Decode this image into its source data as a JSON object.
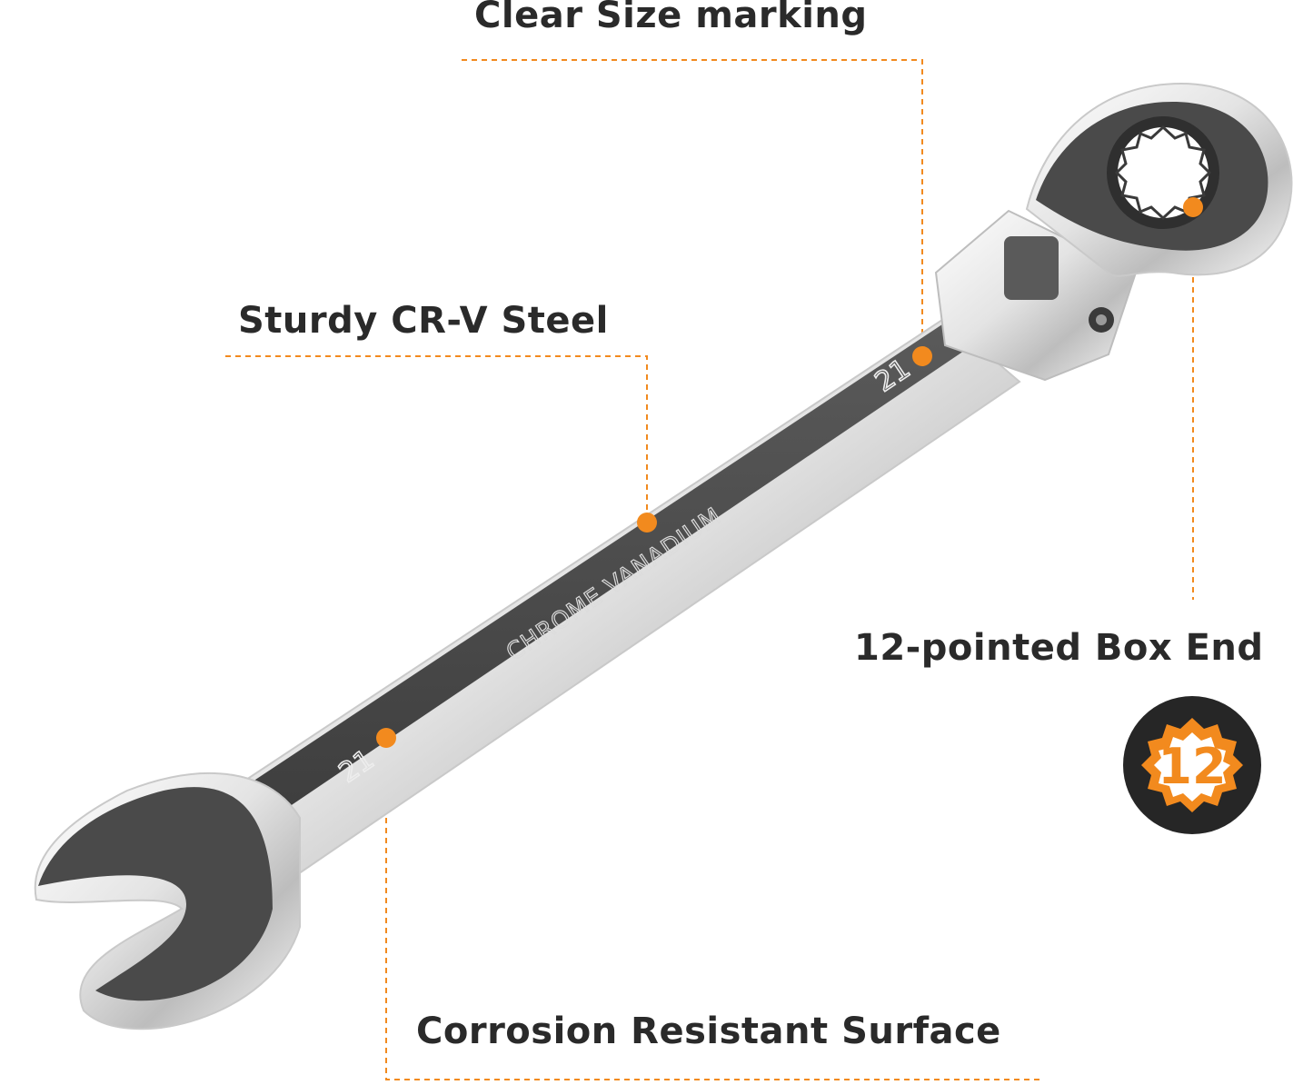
{
  "callouts": {
    "size_marking": "Clear Size marking",
    "steel": "Sturdy CR-V Steel",
    "box_end": "12-pointed Box End",
    "corrosion": "Corrosion Resistant Surface"
  },
  "wrench": {
    "shaft_engraving": "CHROME VANADIUM",
    "size_mark_open_end": "21",
    "size_mark_box_end": "21"
  },
  "badge": {
    "number": "12"
  },
  "colors": {
    "accent": "#f28a1e",
    "text": "#2a2a2a",
    "steel_dark": "#4a4a4a",
    "chrome": "#e9e9e9",
    "badge_bg": "#262626"
  }
}
